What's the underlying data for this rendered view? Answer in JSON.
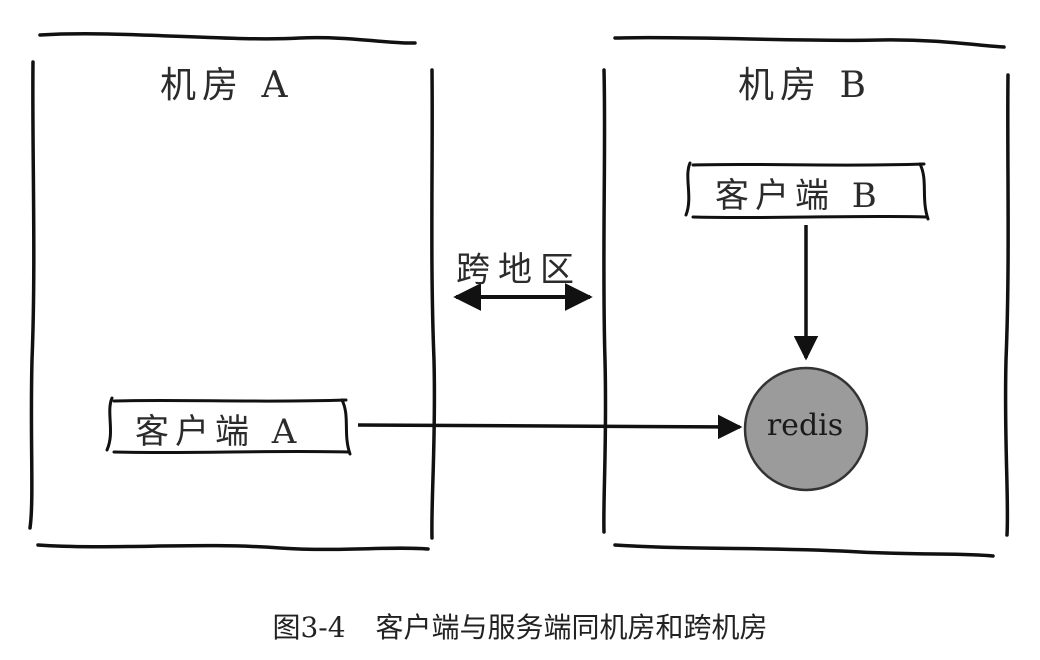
{
  "diagram": {
    "room_a": {
      "title": "机房 A"
    },
    "room_b": {
      "title": "机房 B"
    },
    "client_a": {
      "label": "客户端 A"
    },
    "client_b": {
      "label": "客户端 B"
    },
    "cross_region": {
      "label": "跨地区"
    },
    "redis": {
      "label": "redis",
      "fill_color": "#9b9b9b"
    }
  },
  "caption": {
    "figure_number": "图3-4",
    "text": "客户端与服务端同机房和跨机房"
  }
}
